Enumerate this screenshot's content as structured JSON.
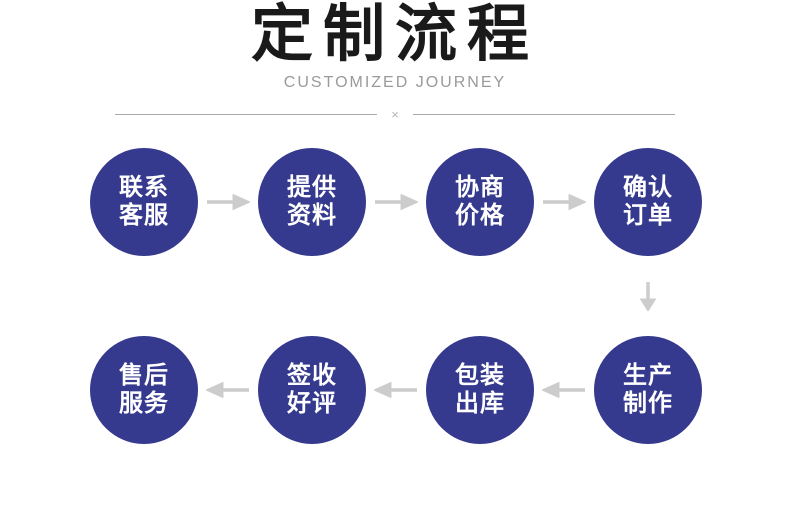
{
  "header": {
    "title": "定制流程",
    "subtitle": "CUSTOMIZED JOURNEY",
    "divider_mark": "×"
  },
  "steps_row1": [
    {
      "line1": "联系",
      "line2": "客服"
    },
    {
      "line1": "提供",
      "line2": "资料"
    },
    {
      "line1": "协商",
      "line2": "价格"
    },
    {
      "line1": "确认",
      "line2": "订单"
    }
  ],
  "steps_row2": [
    {
      "line1": "售后",
      "line2": "服务"
    },
    {
      "line1": "签收",
      "line2": "好评"
    },
    {
      "line1": "包装",
      "line2": "出库"
    },
    {
      "line1": "生产",
      "line2": "制作"
    }
  ],
  "flow_direction": {
    "row1": "left-to-right",
    "row2": "right-to-left"
  },
  "colors": {
    "circle_blue": "#353a8e",
    "arrow_gray": "#cccccc",
    "title_black": "#1a1a1a",
    "subtitle_gray": "#9a9a9a",
    "divider_gray": "#aaaaaa"
  }
}
